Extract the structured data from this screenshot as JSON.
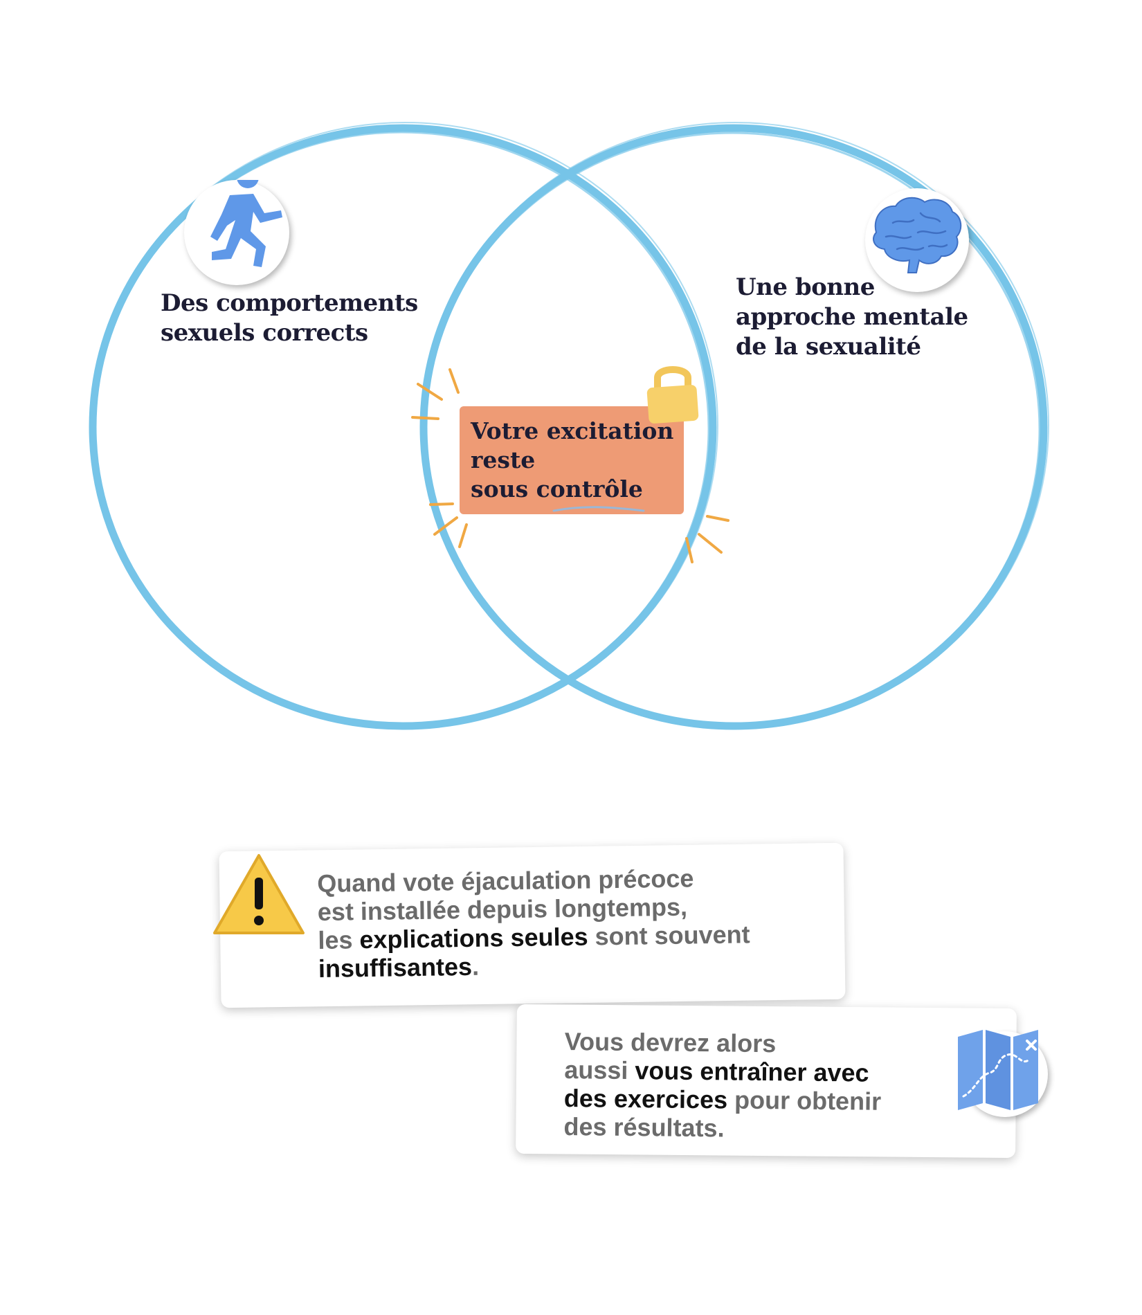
{
  "venn": {
    "left_circle_label_line1": "Des comportements",
    "left_circle_label_line2": "sexuels corrects",
    "right_circle_label_line1": "Une bonne",
    "right_circle_label_line2": "approche mentale",
    "right_circle_label_line3": "de la sexualité",
    "intersection_line1": "Votre excitation",
    "intersection_line2": "reste",
    "intersection_line3": "sous contrôle",
    "circle_color": "#76c4e8",
    "intersection_color": "#ee9b75",
    "icons": {
      "left": "running-person-icon",
      "right": "brain-icon",
      "intersection": "lock-icon"
    }
  },
  "notes": {
    "warning": {
      "icon": "warning-icon",
      "line1": "Quand vote éjaculation précoce",
      "line2": "est installée depuis longtemps,",
      "line3_a": "les ",
      "line3_b": "explications seules",
      "line3_c": " sont souvent",
      "line4_a": "insuffisantes",
      "line4_b": "."
    },
    "exercise": {
      "icon": "map-icon",
      "line1": "Vous devrez alors",
      "line2_a": "aussi ",
      "line2_b": "vous entraîner avec",
      "line3_a": "des exercices",
      "line3_b": " pour obtenir",
      "line4": "des résultats."
    }
  }
}
